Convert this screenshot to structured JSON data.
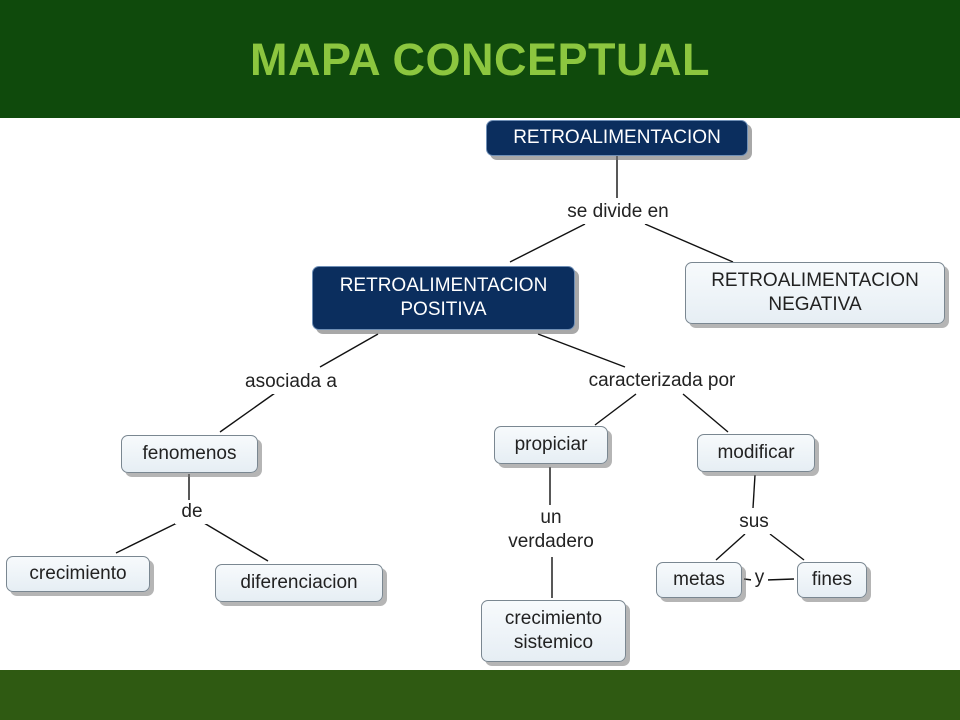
{
  "header": {
    "title": "MAPA CONCEPTUAL",
    "bg": "#0f4a0c",
    "title_color": "#8cc63f"
  },
  "footer": {
    "bg": "#2f5a12"
  },
  "concepts": {
    "retroalimentacion": "RETROALIMENTACION",
    "positiva": "RETROALIMENTACION\nPOSITIVA",
    "negativa": "RETROALIMENTACION\nNEGATIVA",
    "fenomenos": "fenomenos",
    "propiciar": "propiciar",
    "modificar": "modificar",
    "crecimiento": "crecimiento",
    "diferenciacion": "diferenciacion",
    "crecimiento_sistemico": "crecimiento\nsistemico",
    "metas": "metas",
    "fines": "fines"
  },
  "linking_phrases": {
    "se_divide_en": "se divide en",
    "asociada_a": "asociada a",
    "caracterizada_por": "caracterizada por",
    "de": "de",
    "un_verdadero": "un\nverdadero",
    "sus": "sus",
    "y": "y"
  },
  "colors": {
    "dark_node": "#0b2e5e",
    "light_node": "#eef3f7",
    "line": "#111111"
  }
}
